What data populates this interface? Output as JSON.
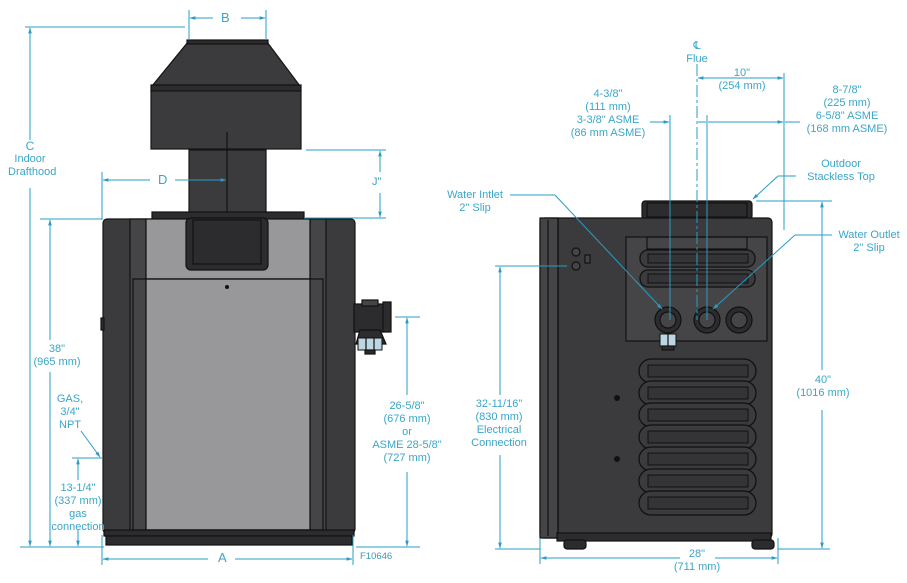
{
  "figure_id": "F10646",
  "front_view": {
    "labels": {
      "A": "A",
      "B": "B",
      "C": [
        "C",
        "Indoor",
        "Drafthood"
      ],
      "D": "D",
      "J": "J\"",
      "height_38": [
        "38\"",
        "(965 mm)"
      ],
      "gas": [
        "GAS,",
        "3/4\"",
        "NPT"
      ],
      "gas_connection": [
        "13-1/4\"",
        "(337 mm)",
        "gas",
        "connection"
      ],
      "water_height": [
        "26-5/8\"",
        "(676 mm)",
        "or",
        "ASME 28-5/8\"",
        "(727 mm)"
      ]
    }
  },
  "side_view": {
    "labels": {
      "flue": [
        "℄",
        "Flue"
      ],
      "dim_10": [
        "10\"",
        "(254 mm)"
      ],
      "dim_left": [
        "4-3/8\"",
        "(111 mm)",
        "3-3/8\" ASME",
        "(86 mm ASME)"
      ],
      "dim_right": [
        "8-7/8\"",
        "(225 mm)",
        "6-5/8\" ASME",
        "(168 mm ASME)"
      ],
      "outdoor": [
        "Outdoor",
        "Stackless Top"
      ],
      "water_inlet": [
        "Water Intlet",
        "2\" Slip"
      ],
      "water_outlet": [
        "Water Outlet",
        "2\" Slip"
      ],
      "electrical": [
        "32-11/16\"",
        "(830 mm)",
        "Electrical",
        "Connection"
      ],
      "height_40": [
        "40\"",
        "(1016 mm)"
      ],
      "width_28": [
        "28\"",
        "(711 mm)"
      ]
    }
  },
  "colors": {
    "dimension": "#2a9cc4",
    "unit_body": "#3b3b3d",
    "panel_light": "#98989b"
  }
}
